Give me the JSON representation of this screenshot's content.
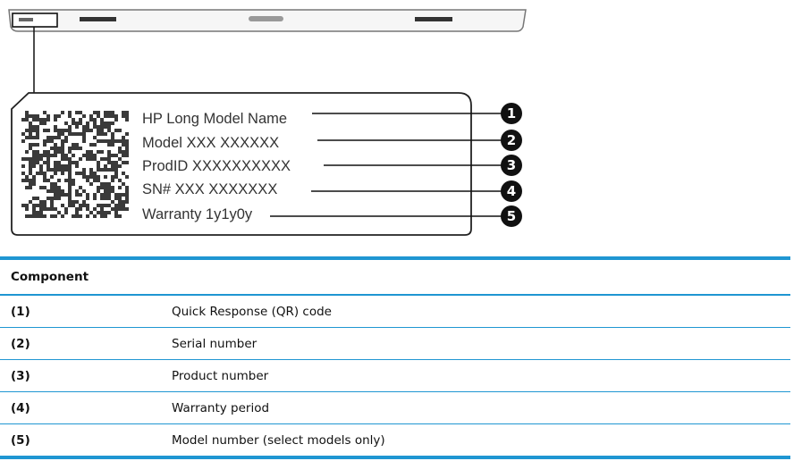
{
  "label": {
    "model_name": "HP Long Model Name",
    "model": "Model  XXX XXXXXX",
    "prod_id": "ProdID  XXXXXXXXXX",
    "sn": "SN#  XXX XXXXXXX",
    "warranty": "Warranty  1y1y0y"
  },
  "callouts": [
    "1",
    "2",
    "3",
    "4",
    "5"
  ],
  "table": {
    "header": "Component",
    "rows": [
      {
        "num": "(1)",
        "desc": "Quick Response (QR) code"
      },
      {
        "num": "(2)",
        "desc": "Serial number"
      },
      {
        "num": "(3)",
        "desc": "Product number"
      },
      {
        "num": "(4)",
        "desc": "Warranty period"
      },
      {
        "num": "(5)",
        "desc": "Model number (select models only)"
      }
    ]
  },
  "colors": {
    "table_rule": "#1f96d2",
    "callout": "#111111"
  }
}
